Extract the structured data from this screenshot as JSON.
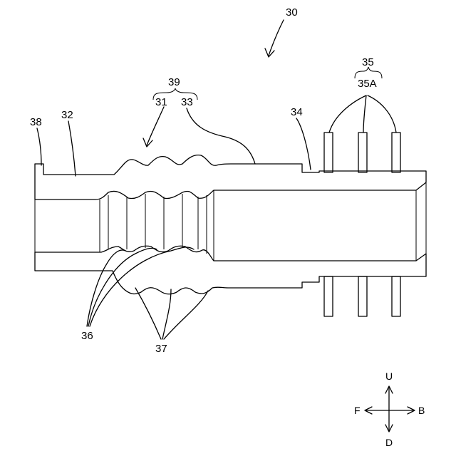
{
  "figure": {
    "labels": {
      "l30": "30",
      "l39": "39",
      "l31": "31",
      "l33": "33",
      "l38": "38",
      "l32": "32",
      "l34": "34",
      "l35": "35",
      "l35a": "35A",
      "l36": "36",
      "l37": "37"
    },
    "directions": {
      "up": "U",
      "down": "D",
      "front": "F",
      "back": "B"
    }
  }
}
